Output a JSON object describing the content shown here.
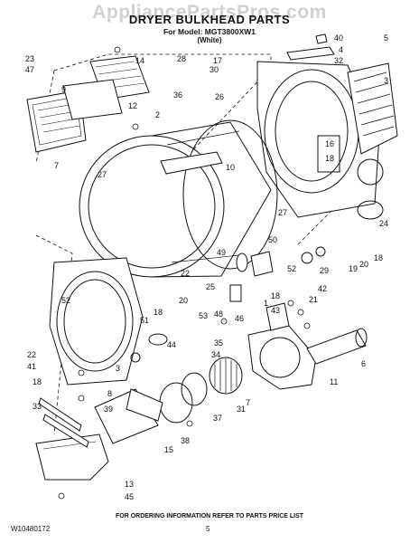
{
  "watermark": "AppliancePartsPros.com",
  "title": "DRYER BULKHEAD PARTS",
  "subtitle": "For Model: MGT3800XW1",
  "variant": "(White)",
  "footer_note": "FOR ORDERING INFORMATION REFER TO PARTS PRICE LIST",
  "doc_number": "W10480172",
  "page_number": "5",
  "callouts": [
    "40",
    "4",
    "5",
    "32",
    "3",
    "14",
    "28",
    "30",
    "17",
    "23",
    "47",
    "9",
    "36",
    "12",
    "2",
    "26",
    "16",
    "18",
    "7",
    "10",
    "27",
    "27",
    "24",
    "50",
    "49",
    "19",
    "20",
    "18",
    "22",
    "25",
    "1",
    "52",
    "53",
    "42",
    "29",
    "21",
    "20",
    "18",
    "51",
    "46",
    "43",
    "52",
    "48",
    "18",
    "3",
    "35",
    "34",
    "22",
    "41",
    "44",
    "11",
    "6",
    "18",
    "8",
    "39",
    "37",
    "31",
    "7",
    "33",
    "38",
    "15",
    "45",
    "13"
  ]
}
